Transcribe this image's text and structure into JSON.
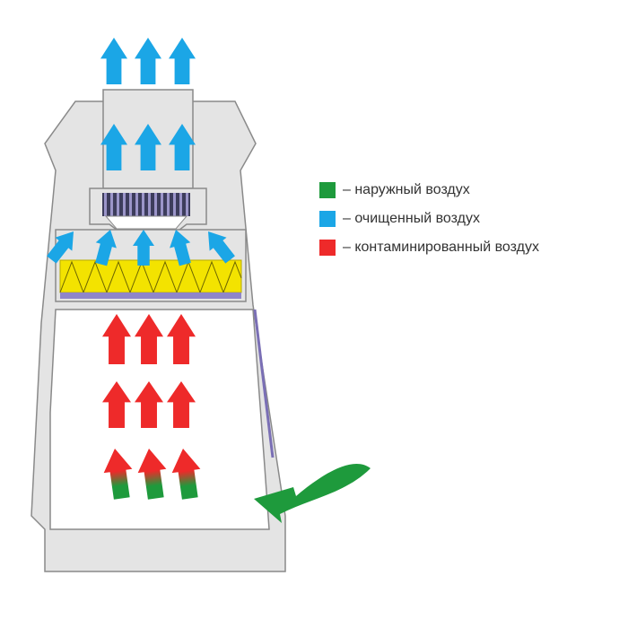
{
  "legend": {
    "items": [
      {
        "color": "#1e9a3c",
        "label": "– наружный воздух"
      },
      {
        "color": "#1ba6e6",
        "label": "– очищенный воздух"
      },
      {
        "color": "#ee2a2a",
        "label": "– контаминированный воздух"
      }
    ]
  },
  "colors": {
    "cabinet_fill": "#e4e4e4",
    "cabinet_stroke": "#8a8a8a",
    "workspace_fill": "#ffffff",
    "filter_yellow": "#f3e300",
    "filter_base": "#8f86c9",
    "sash": "#7a6fb5",
    "fan_dark": "#3d3d5c",
    "blue_arrow": "#1ba6e6",
    "red_arrow": "#ee2a2a",
    "green_arrow": "#1e9a3c"
  }
}
